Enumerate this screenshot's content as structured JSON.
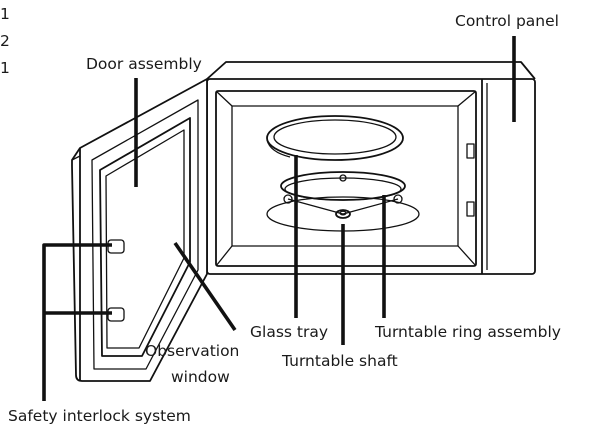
{
  "index_numbers": [
    "1",
    "2",
    "1"
  ],
  "labels": {
    "control_panel": "Control panel",
    "door_assembly": "Door assembly",
    "safety_interlock": "Safety interlock system",
    "glass_tray": "Glass tray",
    "observation_line1": "Observation",
    "observation_line2": "window",
    "turntable_shaft": "Turntable shaft",
    "turntable_ring": "Turntable ring assembly"
  },
  "colors": {
    "line": "#111111",
    "text": "#1a1a1a",
    "background": "#ffffff"
  }
}
